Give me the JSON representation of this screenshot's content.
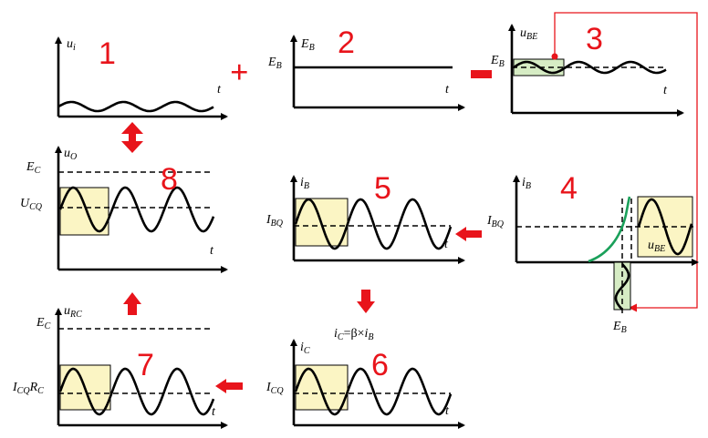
{
  "panels": {
    "p1": {
      "number": "1",
      "ylabel": "u",
      "ylabel_sub": "i",
      "xlabel": "t"
    },
    "p2": {
      "number": "2",
      "ylabel": "E",
      "ylabel_sub": "B",
      "level": "E",
      "level_sub": "B",
      "xlabel": "t"
    },
    "p3": {
      "number": "3",
      "ylabel": "u",
      "ylabel_sub": "BE",
      "level": "E",
      "level_sub": "B",
      "xlabel": "t"
    },
    "p4": {
      "number": "4",
      "ylabel": "i",
      "ylabel_sub": "B",
      "level": "I",
      "level_sub": "BQ",
      "xlabel": "u",
      "xlabel_sub": "BE",
      "bottom": "E",
      "bottom_sub": "B"
    },
    "p5": {
      "number": "5",
      "ylabel": "i",
      "ylabel_sub": "B",
      "level": "I",
      "level_sub": "BQ",
      "xlabel": "t"
    },
    "p6": {
      "number": "6",
      "ylabel": "i",
      "ylabel_sub": "C",
      "level": "I",
      "level_sub": "CQ",
      "xlabel": "t",
      "formula": {
        "a": "i",
        "a_sub": "C",
        "mid": "=β×",
        "b": "i",
        "b_sub": "B"
      }
    },
    "p7": {
      "number": "7",
      "ylabel": "u",
      "ylabel_sub": "RC",
      "level_top": "E",
      "level_top_sub": "C",
      "level": "I",
      "level_sub": "CQ",
      "level2": "R",
      "level2_sub": "C",
      "xlabel": "t"
    },
    "p8": {
      "number": "8",
      "ylabel": "u",
      "ylabel_sub": "O",
      "level_top": "E",
      "level_top_sub": "C",
      "level": "U",
      "level_sub": "CQ",
      "xlabel": "t"
    }
  },
  "operators": {
    "plus": "+",
    "minus": "−"
  },
  "colors": {
    "accent": "#e8141b",
    "curve": "#1aa05a",
    "highlight": "#fbf5c4",
    "highlight_green": "#d6ecc4"
  }
}
